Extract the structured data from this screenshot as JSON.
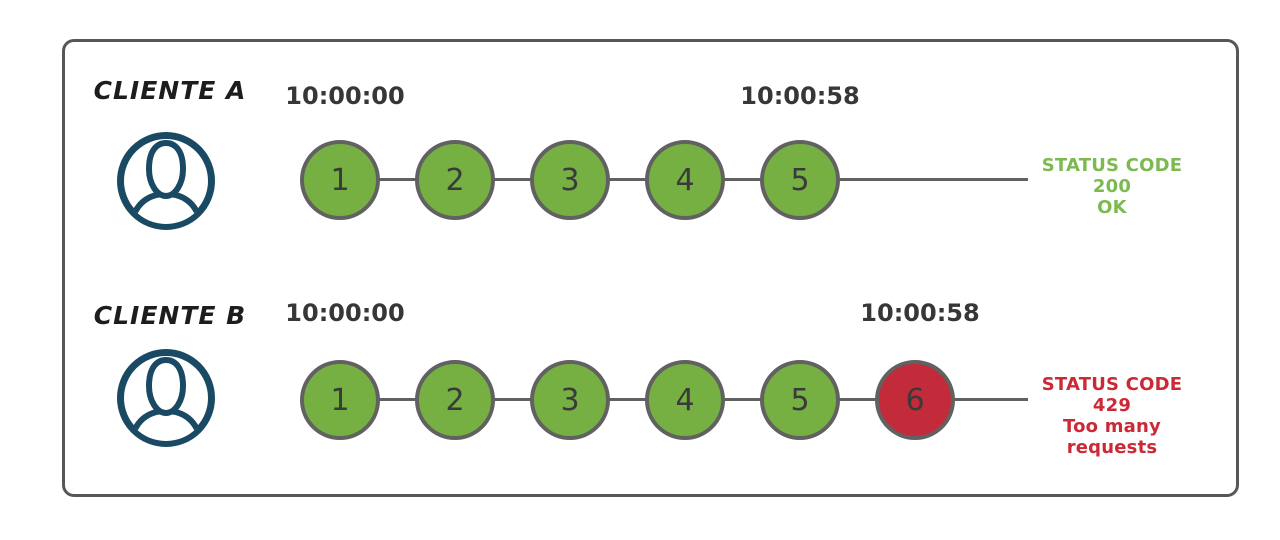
{
  "colors": {
    "ok": "#76b043",
    "blocked": "#c32b3a",
    "ok-text": "#7cb94e",
    "blocked-text": "#cc2936",
    "stroke": "#616161",
    "border": "#575757",
    "icon": "#1a4a63",
    "timestamp": "#373737",
    "label": "#1d1d1d",
    "number": "#3a3a3a"
  },
  "diagram": {
    "rows": [
      {
        "client": "CLIENTE A",
        "start_time": "10:00:00",
        "end_time": "10:00:58",
        "requests": [
          {
            "n": "1",
            "status": "ok"
          },
          {
            "n": "2",
            "status": "ok"
          },
          {
            "n": "3",
            "status": "ok"
          },
          {
            "n": "4",
            "status": "ok"
          },
          {
            "n": "5",
            "status": "ok"
          }
        ],
        "status_line1": "STATUS CODE 200",
        "status_line2": "OK",
        "status_kind": "ok"
      },
      {
        "client": "CLIENTE B",
        "start_time": "10:00:00",
        "end_time": "10:00:58",
        "requests": [
          {
            "n": "1",
            "status": "ok"
          },
          {
            "n": "2",
            "status": "ok"
          },
          {
            "n": "3",
            "status": "ok"
          },
          {
            "n": "4",
            "status": "ok"
          },
          {
            "n": "5",
            "status": "ok"
          },
          {
            "n": "6",
            "status": "blocked"
          }
        ],
        "status_line1": "STATUS CODE 429",
        "status_line2": "Too many requests",
        "status_kind": "blocked"
      }
    ]
  }
}
